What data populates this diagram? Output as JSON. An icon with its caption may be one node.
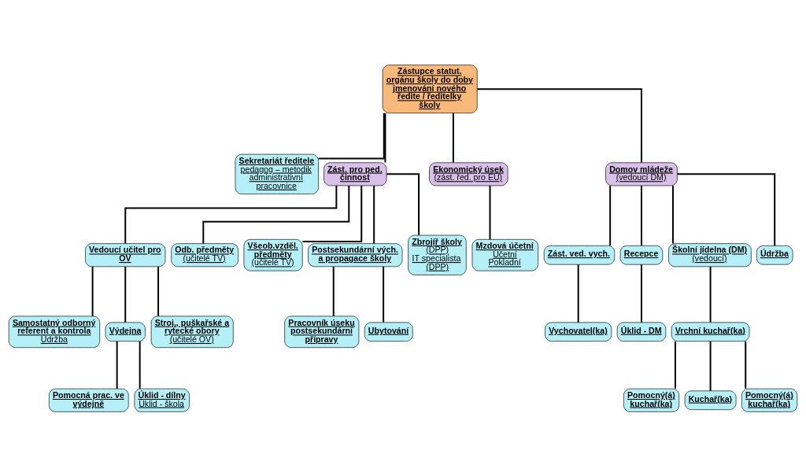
{
  "diagram": {
    "nodes": [
      {
        "text": [
          "Zástupce statut. orgánu školy do doby jmenování nového ředite / ředitelky školy"
        ]
      },
      {
        "text": [
          "Sekretariát ředitele",
          "pedagog – metodik",
          "administrativní pracovnice"
        ]
      },
      {
        "text": [
          "Zást. pro ped. činnost"
        ]
      },
      {
        "text": [
          "Ekonomický úsek",
          "(zást. řed. pro EÚ)"
        ]
      },
      {
        "text": [
          "Domov mládeže",
          "(vedoucí DM)"
        ]
      },
      {
        "text": [
          "Vedoucí učitel pro OV"
        ]
      },
      {
        "text": [
          "Odb. předměty",
          "(učitelé TV)"
        ]
      },
      {
        "text": [
          "Všeob.vzděl. předměty",
          "(učitelé TV)"
        ]
      },
      {
        "text": [
          "Postsekundární vých. a propagace školy"
        ]
      },
      {
        "text": [
          "Zbrojíř školy",
          "(DPP)",
          "IT specialista",
          "(DPP)"
        ]
      },
      {
        "text": [
          "Samostatný odborný referent a kontrola",
          "Údržba"
        ]
      },
      {
        "text": [
          "Výdejna"
        ]
      },
      {
        "text": [
          "Stroj., puškařské a rytecké obory",
          "(učitelé OV)"
        ]
      },
      {
        "text": [
          "Pomocná prac. ve výdejně"
        ]
      },
      {
        "text": [
          "Úklid - dílny",
          "Úklid - škola"
        ]
      },
      {
        "text": [
          "Pracovník úseku postsekundární přípravy"
        ]
      },
      {
        "text": [
          "Ubytování"
        ]
      },
      {
        "text": [
          "Mzdová účetní",
          "Účetní",
          "Pokladní"
        ]
      },
      {
        "text": [
          "Zást. ved. vych."
        ]
      },
      {
        "text": [
          "Recepce"
        ]
      },
      {
        "text": [
          "Školní jídelna (DM)",
          "(vedoucí)"
        ]
      },
      {
        "text": [
          "Údržba"
        ]
      },
      {
        "text": [
          "Vychovatel(ka)"
        ]
      },
      {
        "text": [
          "Úklid - DM"
        ]
      },
      {
        "text": [
          "Vrchní kuchař(ka)"
        ]
      },
      {
        "text": [
          "Pomocný(á) kuchař(ka)"
        ]
      },
      {
        "text": [
          "Kuchař(ka)"
        ]
      },
      {
        "text": [
          "Pomocný(á) kuchař(ka)"
        ]
      }
    ],
    "edges": [
      {
        "from": 0,
        "to": 1,
        "arrow": "none"
      },
      {
        "from": 0,
        "to": 2,
        "arrow": "none"
      },
      {
        "from": 0,
        "to": 3,
        "arrow": "none"
      },
      {
        "from": 0,
        "to": 4,
        "arrow": "none"
      },
      {
        "from": 2,
        "to": 5,
        "arrow": "none"
      },
      {
        "from": 2,
        "to": 6,
        "arrow": "none"
      },
      {
        "from": 2,
        "to": 7,
        "arrow": "none"
      },
      {
        "from": 2,
        "to": 8,
        "arrow": "none"
      },
      {
        "from": 2,
        "to": 9,
        "arrow": "none"
      },
      {
        "from": 5,
        "to": 10,
        "arrow": "none"
      },
      {
        "from": 5,
        "to": 11,
        "arrow": "none"
      },
      {
        "from": 5,
        "to": 12,
        "arrow": "none"
      },
      {
        "from": 11,
        "to": 13,
        "arrow": "none"
      },
      {
        "from": 11,
        "to": 14,
        "arrow": "none"
      },
      {
        "from": 8,
        "to": 15,
        "arrow": "none"
      },
      {
        "from": 8,
        "to": 16,
        "arrow": "none"
      },
      {
        "from": 3,
        "to": 17,
        "arrow": "none"
      },
      {
        "from": 4,
        "to": 18,
        "arrow": "none"
      },
      {
        "from": 4,
        "to": 19,
        "arrow": "none"
      },
      {
        "from": 4,
        "to": 20,
        "arrow": "none"
      },
      {
        "from": 4,
        "to": 21,
        "arrow": "none"
      },
      {
        "from": 18,
        "to": 22,
        "arrow": "none"
      },
      {
        "from": 19,
        "to": 23,
        "arrow": "none"
      },
      {
        "from": 20,
        "to": 24,
        "arrow": "none"
      },
      {
        "from": 24,
        "to": 25,
        "arrow": "none"
      },
      {
        "from": 24,
        "to": 26,
        "arrow": "none"
      },
      {
        "from": 24,
        "to": 27,
        "arrow": "none"
      }
    ]
  }
}
